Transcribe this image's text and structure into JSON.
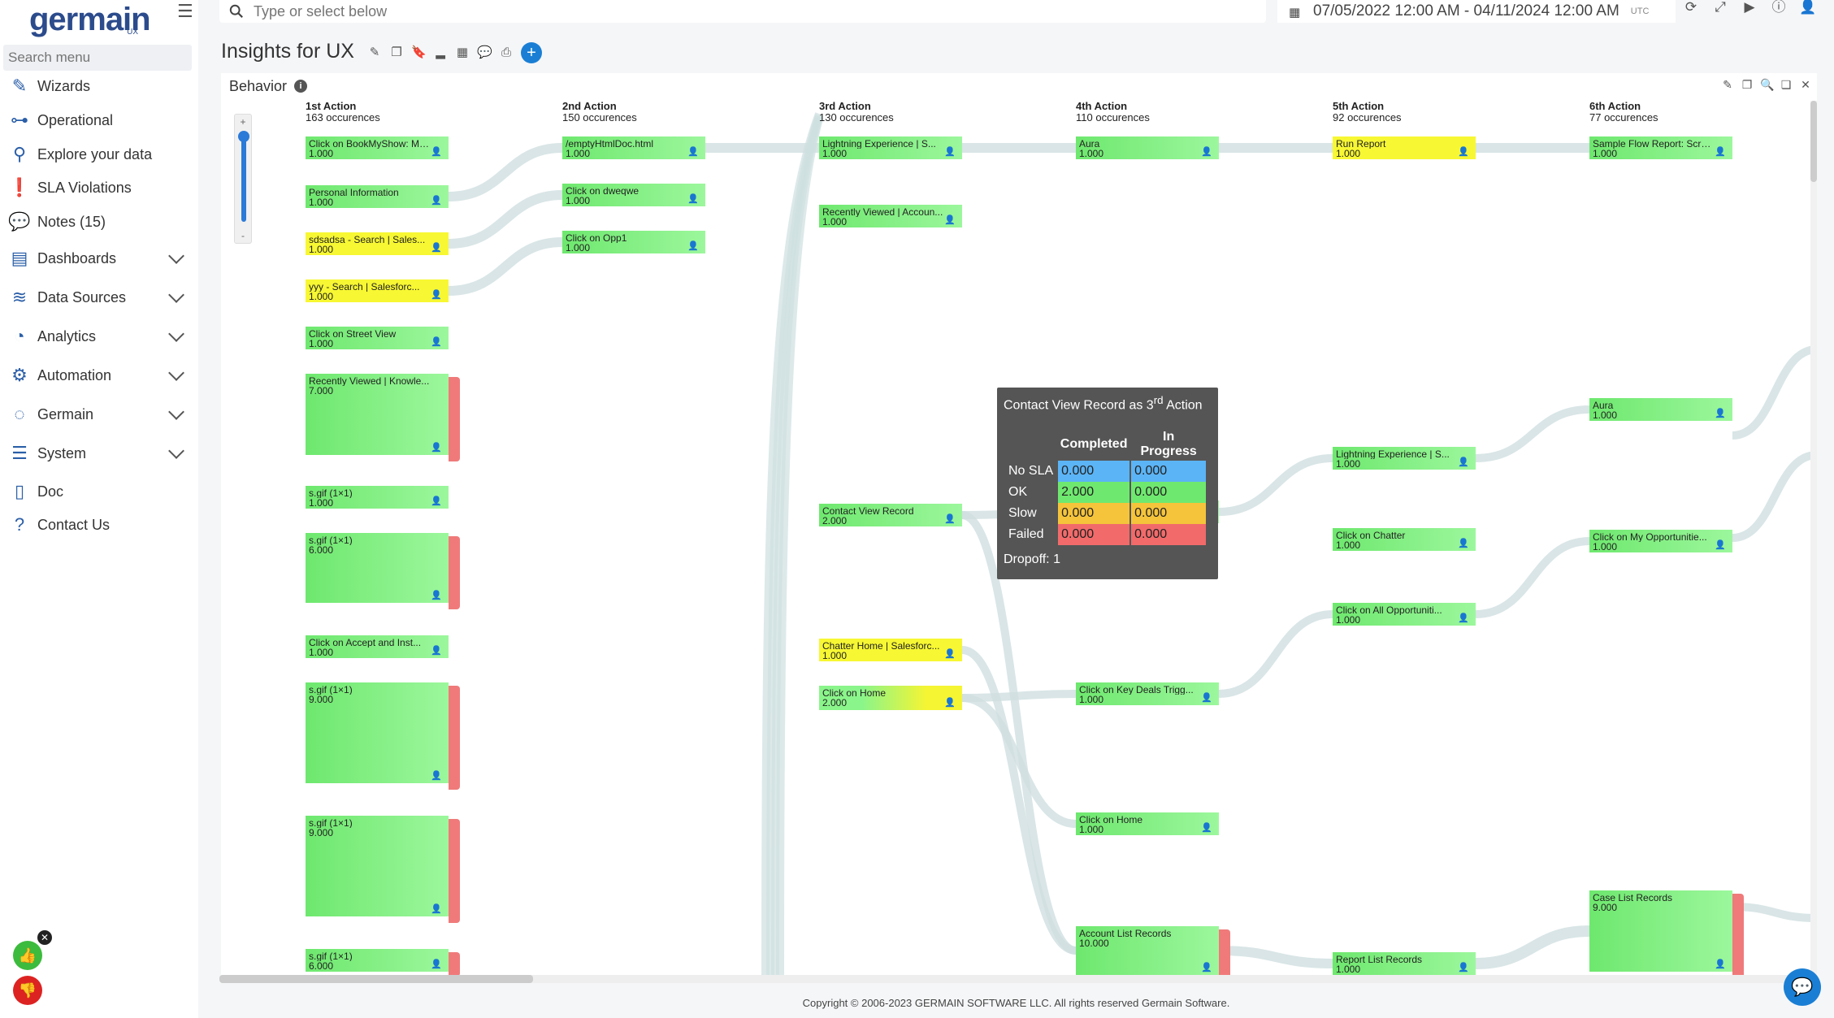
{
  "app": {
    "logo": "germain",
    "logo_sub": "UX",
    "top_search_placeholder": "Type or select below",
    "date_range": "07/05/2022 12:00 AM - 04/11/2024 12:00 AM",
    "timezone": "UTC",
    "page_title": "Insights for UX",
    "panel_title": "Behavior",
    "footer": "Copyright © 2006-2023 GERMAIN SOFTWARE LLC. All rights reserved Germain Software.",
    "search_menu_placeholder": "Search menu"
  },
  "sidebar": {
    "items": [
      {
        "label": "Wizards",
        "icon": "pencil-icon",
        "chev": false
      },
      {
        "label": "Operational",
        "icon": "sitemap-icon",
        "chev": false
      },
      {
        "label": "Explore your data",
        "icon": "search-icon",
        "chev": false
      },
      {
        "label": "SLA Violations",
        "icon": "alert-icon",
        "chev": false
      },
      {
        "label": "Notes (15)",
        "icon": "comment-icon",
        "chev": false
      },
      {
        "label": "Dashboards",
        "icon": "dashboard-icon",
        "chev": true
      },
      {
        "label": "Data Sources",
        "icon": "database-icon",
        "chev": true
      },
      {
        "label": "Analytics",
        "icon": "analytics-icon",
        "chev": true
      },
      {
        "label": "Automation",
        "icon": "gear-icon",
        "chev": true
      },
      {
        "label": "Germain",
        "icon": "circle-icon",
        "chev": true
      },
      {
        "label": "System",
        "icon": "sliders-icon",
        "chev": true
      },
      {
        "label": "Doc",
        "icon": "doc-icon",
        "chev": false
      },
      {
        "label": "Contact Us",
        "icon": "question-icon",
        "chev": false
      }
    ]
  },
  "columns": [
    {
      "title": "1st Action",
      "count": "163 occurences"
    },
    {
      "title": "2nd Action",
      "count": "150 occurences"
    },
    {
      "title": "3rd Action",
      "count": "130 occurences"
    },
    {
      "title": "4th Action",
      "count": "110 occurences"
    },
    {
      "title": "5th Action",
      "count": "92 occurences"
    },
    {
      "title": "6th Action",
      "count": "77 occurences"
    }
  ],
  "nodes": [
    {
      "col": 0,
      "label": "Click on BookMyShow: Mo...",
      "value": "1.000",
      "color": "green"
    },
    {
      "col": 0,
      "label": "Personal Information",
      "value": "1.000",
      "color": "green"
    },
    {
      "col": 0,
      "label": "sdsadsa - Search | Sales...",
      "value": "1.000",
      "color": "yellow"
    },
    {
      "col": 0,
      "label": "yyy - Search | Salesforc...",
      "value": "1.000",
      "color": "yellow"
    },
    {
      "col": 0,
      "label": "Click on Street View",
      "value": "1.000",
      "color": "green"
    },
    {
      "col": 0,
      "label": "Recently Viewed | Knowle...",
      "value": "7.000",
      "color": "green"
    },
    {
      "col": 0,
      "label": "s.gif (1×1)",
      "value": "1.000",
      "color": "green"
    },
    {
      "col": 0,
      "label": "s.gif (1×1)",
      "value": "6.000",
      "color": "green"
    },
    {
      "col": 0,
      "label": "Click on Accept and Inst...",
      "value": "1.000",
      "color": "green"
    },
    {
      "col": 0,
      "label": "s.gif (1×1)",
      "value": "9.000",
      "color": "green"
    },
    {
      "col": 0,
      "label": "s.gif (1×1)",
      "value": "9.000",
      "color": "green"
    },
    {
      "col": 0,
      "label": "s.gif (1×1)",
      "value": "6.000",
      "color": "green"
    },
    {
      "col": 1,
      "label": "/emptyHtmlDoc.html",
      "value": "1.000",
      "color": "green"
    },
    {
      "col": 1,
      "label": "Click on dweqwe",
      "value": "1.000",
      "color": "green"
    },
    {
      "col": 1,
      "label": "Click on Opp1",
      "value": "1.000",
      "color": "green"
    },
    {
      "col": 2,
      "label": "Lightning Experience | S...",
      "value": "1.000",
      "color": "green"
    },
    {
      "col": 2,
      "label": "Recently Viewed | Accoun...",
      "value": "1.000",
      "color": "green"
    },
    {
      "col": 2,
      "label": "Contact View Record",
      "value": "2.000",
      "color": "green"
    },
    {
      "col": 2,
      "label": "Chatter Home | Salesforc...",
      "value": "1.000",
      "color": "yellow"
    },
    {
      "col": 2,
      "label": "Click on Home",
      "value": "2.000",
      "color": "greenyellow"
    },
    {
      "col": 3,
      "label": "Aura",
      "value": "1.000",
      "color": "green"
    },
    {
      "col": 3,
      "label": "Report List Records",
      "value": "1.000",
      "color": "green"
    },
    {
      "col": 3,
      "label": "Click on Key Deals Trigg...",
      "value": "1.000",
      "color": "green"
    },
    {
      "col": 3,
      "label": "Click on Home",
      "value": "1.000",
      "color": "green"
    },
    {
      "col": 3,
      "label": "Account List Records",
      "value": "10.000",
      "color": "green"
    },
    {
      "col": 4,
      "label": "Run Report",
      "value": "1.000",
      "color": "yellow"
    },
    {
      "col": 4,
      "label": "Lightning Experience | S...",
      "value": "1.000",
      "color": "green"
    },
    {
      "col": 4,
      "label": "Click on Chatter",
      "value": "1.000",
      "color": "green"
    },
    {
      "col": 4,
      "label": "Click on All Opportuniti...",
      "value": "1.000",
      "color": "green"
    },
    {
      "col": 4,
      "label": "Report List Records",
      "value": "1.000",
      "color": "green"
    },
    {
      "col": 5,
      "label": "Sample Flow Report: Scre...",
      "value": "1.000",
      "color": "green"
    },
    {
      "col": 5,
      "label": "Aura",
      "value": "1.000",
      "color": "green"
    },
    {
      "col": 5,
      "label": "Click on My Opportunitie...",
      "value": "1.000",
      "color": "green"
    },
    {
      "col": 5,
      "label": "Case List Records",
      "value": "9.000",
      "color": "green"
    }
  ],
  "tooltip": {
    "title_pre": "Contact View Record as 3",
    "title_sup": "rd",
    "title_post": " Action",
    "col_completed": "Completed",
    "col_in_progress": "In Progress",
    "rows": [
      {
        "label": "No SLA",
        "completed": "0.000",
        "in_progress": "0.000",
        "color": "#5bb4f5"
      },
      {
        "label": "OK",
        "completed": "2.000",
        "in_progress": "0.000",
        "color": "#6fe86f"
      },
      {
        "label": "Slow",
        "completed": "0.000",
        "in_progress": "0.000",
        "color": "#f5c43a"
      },
      {
        "label": "Failed",
        "completed": "0.000",
        "in_progress": "0.000",
        "color": "#f26a6a"
      }
    ],
    "dropoff": "Dropoff: 1"
  },
  "colors": {
    "green": "#7cf37c",
    "yellow": "#f7f733",
    "link": "#cfdfe0",
    "red_bar": "#f07a7a",
    "accent": "#1a7fd4"
  }
}
